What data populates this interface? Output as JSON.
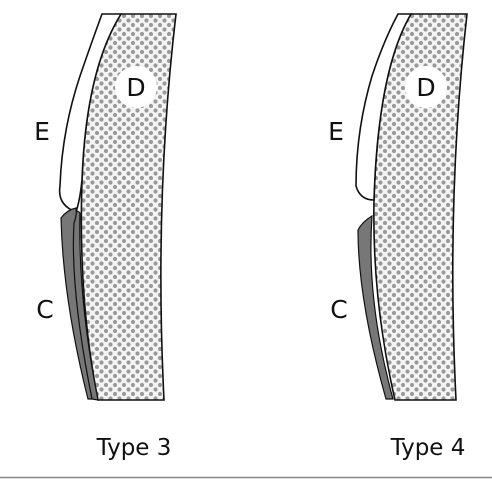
{
  "colors": {
    "background": "#ffffff",
    "outline": "#111111",
    "dentin_fill": "#f4f4f4",
    "dentin_dots": "#9a9a9a",
    "cementum": "#777777",
    "enamel": "#ffffff",
    "bottom_rule": "#888888"
  },
  "panels": [
    {
      "caption": "Type 3",
      "labels": {
        "enamel": "E",
        "cementum": "C",
        "dentin": "D"
      }
    },
    {
      "caption": "Type 4",
      "labels": {
        "enamel": "E",
        "cementum": "C",
        "dentin": "D"
      }
    }
  ]
}
